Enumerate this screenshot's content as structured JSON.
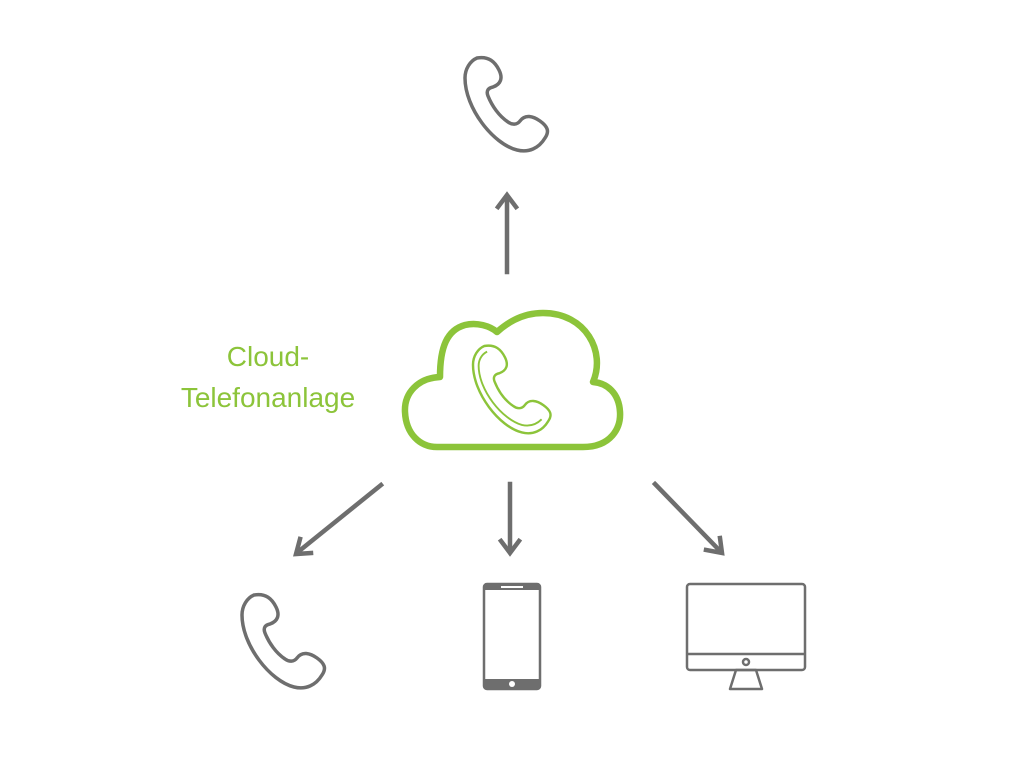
{
  "diagram": {
    "label_lines": [
      "Cloud-",
      "Telefonanlage"
    ],
    "nodes": [
      {
        "id": "cloud-pbx",
        "icon": "cloud-phone-icon"
      },
      {
        "id": "top-phone",
        "icon": "phone-handset-icon"
      },
      {
        "id": "desk-phone",
        "icon": "phone-handset-icon"
      },
      {
        "id": "smartphone",
        "icon": "smartphone-icon"
      },
      {
        "id": "computer",
        "icon": "desktop-monitor-icon"
      }
    ],
    "edges": [
      {
        "from": "cloud-pbx",
        "to": "top-phone"
      },
      {
        "from": "cloud-pbx",
        "to": "desk-phone"
      },
      {
        "from": "cloud-pbx",
        "to": "smartphone"
      },
      {
        "from": "cloud-pbx",
        "to": "computer"
      }
    ]
  },
  "colors": {
    "accent": "#8cc43a",
    "icon": "#6e6e6e"
  }
}
